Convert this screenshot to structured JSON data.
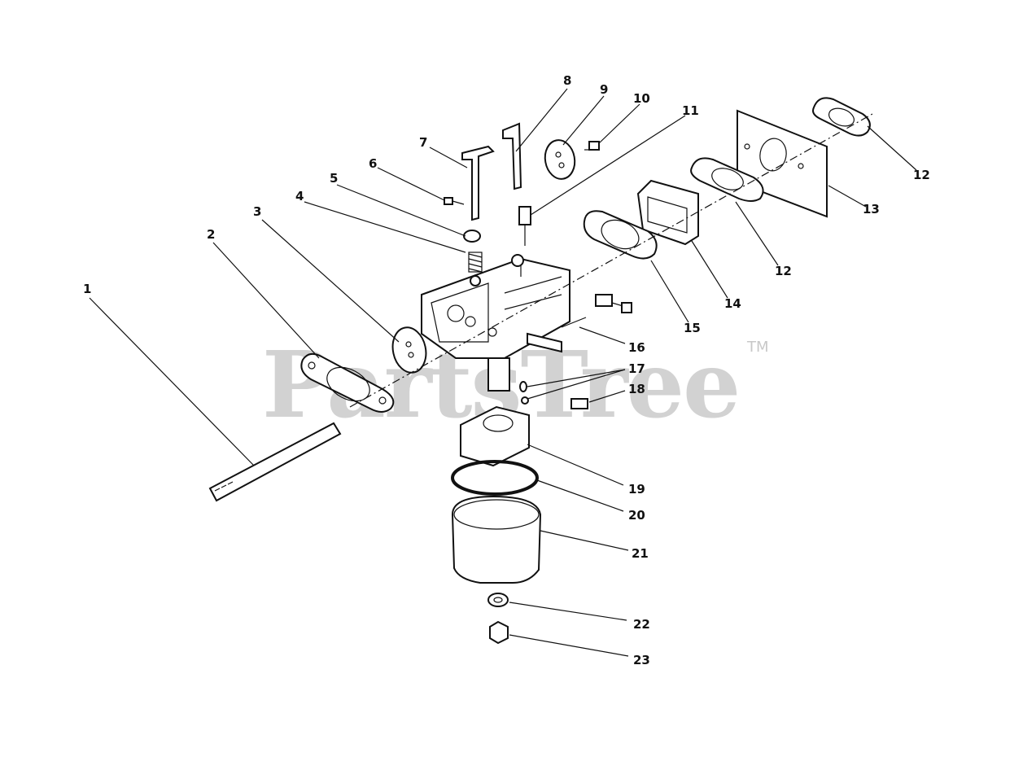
{
  "watermark": {
    "text": "PartsTree",
    "tm": "TM"
  },
  "callouts": [
    "1",
    "2",
    "3",
    "4",
    "5",
    "6",
    "7",
    "8",
    "9",
    "10",
    "11",
    "12",
    "12",
    "13",
    "14",
    "15",
    "16",
    "17",
    "18",
    "19",
    "20",
    "21",
    "22",
    "23"
  ],
  "colors": {
    "ink": "#111111",
    "watermark": "#d2d2d2"
  }
}
